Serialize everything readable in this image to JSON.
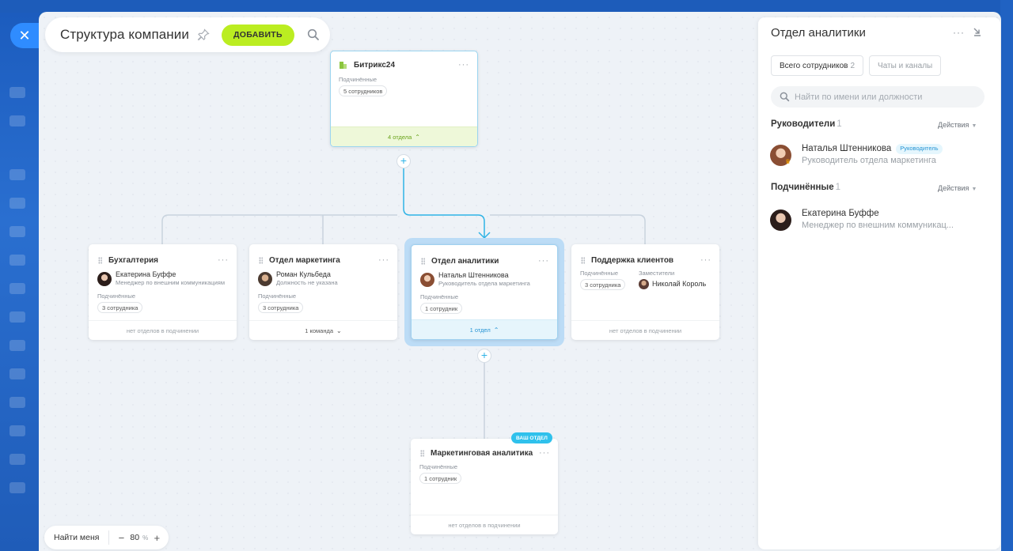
{
  "header": {
    "title": "Структура компании",
    "add_label": "ДОБАВИТЬ"
  },
  "root": {
    "name": "Битрикс24",
    "sub_label": "Подчинённые",
    "count": "5 сотрудников",
    "footer": "4 отдела"
  },
  "departments": [
    {
      "name": "Бухгалтерия",
      "person_name": "Екатерина Буффе",
      "person_role": "Менеджер по внешним коммуникациям",
      "sub_label": "Подчинённые",
      "count": "3 сотрудника",
      "footer": "нет отделов в подчинении"
    },
    {
      "name": "Отдел маркетинга",
      "person_name": "Роман Кульбеда",
      "person_role": "Должность не указана",
      "sub_label": "Подчинённые",
      "count": "3 сотрудника",
      "footer": "1 команда"
    },
    {
      "name": "Отдел аналитики",
      "person_name": "Наталья Штенникова",
      "person_role": "Руководитель отдела маркетинга",
      "sub_label": "Подчинённые",
      "count": "1 сотрудник",
      "footer": "1 отдел"
    },
    {
      "name": "Поддержка клиентов",
      "sub_label": "Подчинённые",
      "count": "3 сотрудника",
      "deputy_label": "Заместители",
      "deputy_name": "Николай Король",
      "footer": "нет отделов в подчинении"
    }
  ],
  "child": {
    "badge": "ВАШ ОТДЕЛ",
    "name": "Маркетинговая аналитика",
    "sub_label": "Подчинённые",
    "count": "1 сотрудник",
    "footer": "нет отделов в подчинении"
  },
  "bottom": {
    "find_me": "Найти меня",
    "zoom_value": "80",
    "zoom_unit": "%"
  },
  "panel": {
    "title": "Отдел аналитики",
    "tab_employees": "Всего сотрудников",
    "tab_employees_count": "2",
    "tab_chats": "Чаты и каналы",
    "search_placeholder": "Найти по имени или должности",
    "heads_label": "Руководители",
    "heads_count": "1",
    "actions_label": "Действия",
    "head": {
      "name": "Наталья Штенникова",
      "badge": "Руководитель",
      "role": "Руководитель отдела маркетинга"
    },
    "subs_label": "Подчинённые",
    "subs_count": "1",
    "sub": {
      "name": "Екатерина Буффе",
      "role": "Менеджер по внешним коммуникац..."
    }
  },
  "colors": {
    "accent_green": "#bbed21",
    "accent_blue": "#2fb3e6",
    "line": "#c8d3de"
  }
}
